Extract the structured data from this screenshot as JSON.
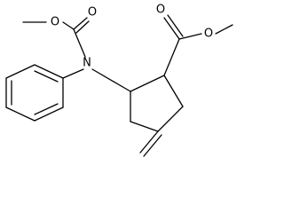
{
  "structure": {
    "atoms": {
      "n_amine": "N",
      "o_carbamate_carbonyl": "O",
      "o_carbamate_ether": "O",
      "o_ester_carbonyl": "O",
      "o_ester_ether": "O"
    }
  }
}
